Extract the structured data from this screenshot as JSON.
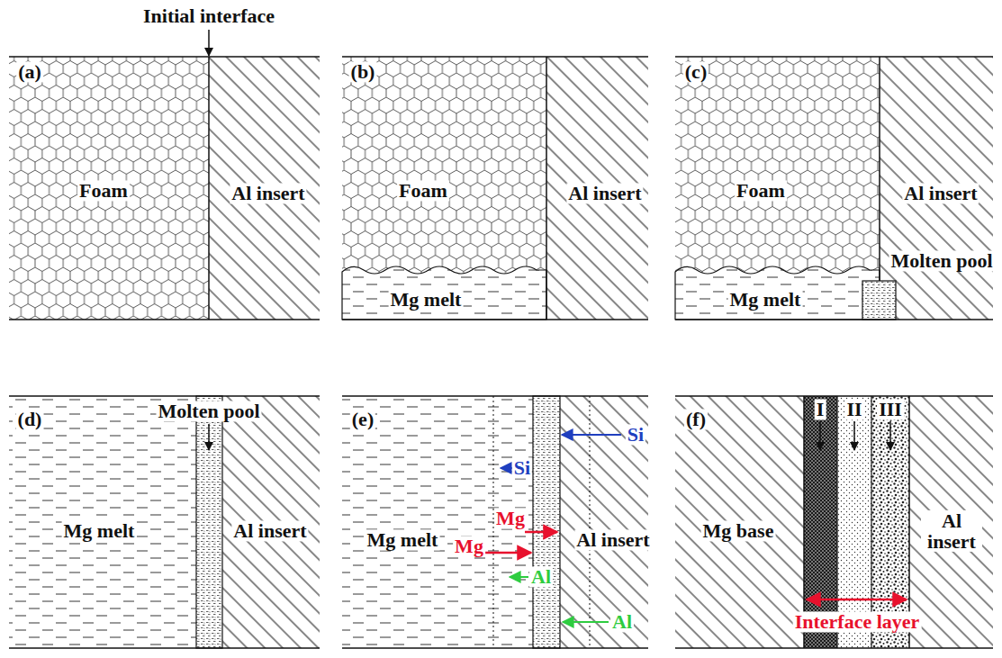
{
  "diagram": {
    "labels": [
      "Initial interface",
      "(a)",
      "Foam",
      "Al insert",
      "(b)",
      "Foam",
      "Al insert",
      "Mg melt",
      "(c)",
      "Foam",
      "Al insert",
      "Molten pool",
      "Mg melt",
      "Molten pool",
      "(d)",
      "Mg melt",
      "Al insert",
      "(e)",
      "Si",
      "Si",
      "Mg",
      "Mg",
      "Mg melt",
      "Al insert",
      "Al",
      "Al",
      "I",
      "II",
      "III",
      "(f)",
      "Mg base",
      "Al insert",
      "Interface layer"
    ]
  }
}
